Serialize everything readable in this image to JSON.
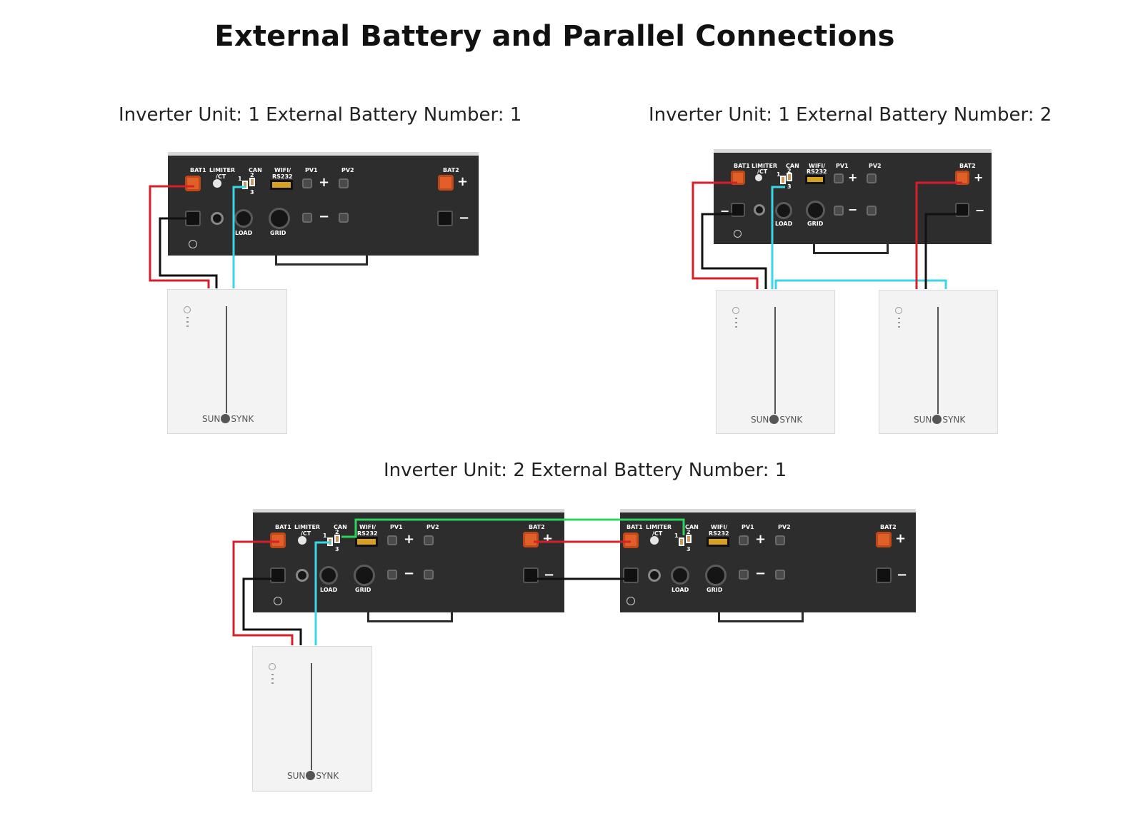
{
  "title": "External Battery and Parallel Connections",
  "sections": [
    {
      "title": "Inverter Unit: 1 External Battery Number: 1"
    },
    {
      "title": "Inverter Unit: 1 External Battery Number: 2"
    },
    {
      "title": "Inverter Unit: 2 External Battery Number: 1"
    }
  ],
  "inverter_labels": {
    "bat1": "BAT1",
    "limiter_1": "LIMITER",
    "limiter_2": "/CT",
    "can": "CAN",
    "wifi_1": "WIFI/",
    "wifi_2": "RS232",
    "pv1": "PV1",
    "pv2": "PV2",
    "bat2": "BAT2",
    "load": "LOAD",
    "grid": "GRID",
    "plus": "+",
    "minus": "−",
    "can_pin_1": "1",
    "can_pin_2": "2",
    "can_pin_3": "3"
  },
  "battery": {
    "brand_left": "SUN",
    "brand_right": "SYNK"
  },
  "wire_colors": {
    "positive": "#d71f2b",
    "negative": "#111111",
    "can": "#38d6e6",
    "parallel": "#2fd35a"
  }
}
